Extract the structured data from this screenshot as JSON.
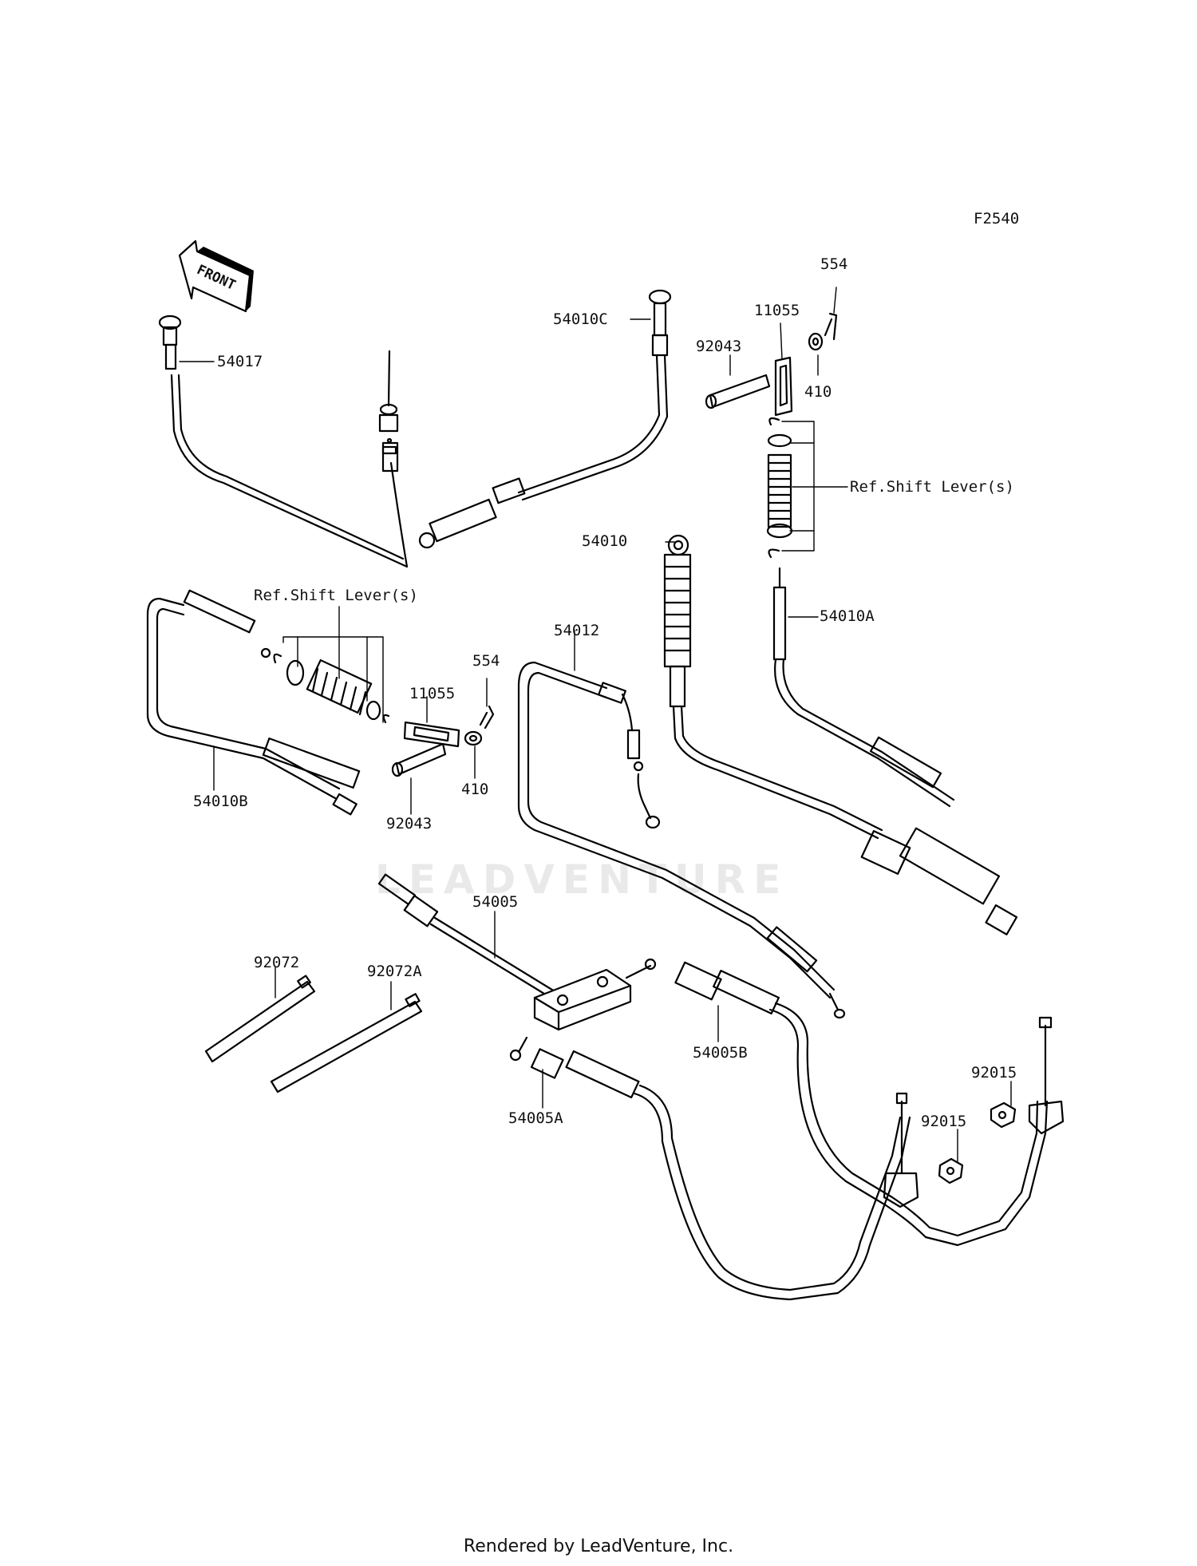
{
  "diagram_code": "F2540",
  "front_arrow_text": "FRONT",
  "watermark": "LEADVENTURE",
  "labels": {
    "p54017": "54017",
    "p54010C": "54010C",
    "p554_top": "554",
    "p11055_top": "11055",
    "p92043_top": "92043",
    "p410_top": "410",
    "ref_shift_right": "Ref.Shift Lever(s)",
    "p54010": "54010",
    "p54010A": "54010A",
    "ref_shift_left": "Ref.Shift Lever(s)",
    "p54012": "54012",
    "p554_mid": "554",
    "p11055_mid": "11055",
    "p410_mid": "410",
    "p92043_mid": "92043",
    "p54010B": "54010B",
    "p54005": "54005",
    "p92072": "92072",
    "p92072A": "92072A",
    "p54005B": "54005B",
    "p54005A": "54005A",
    "p92015_upper": "92015",
    "p92015_lower": "92015"
  },
  "footer": "Rendered by LeadVenture, Inc."
}
